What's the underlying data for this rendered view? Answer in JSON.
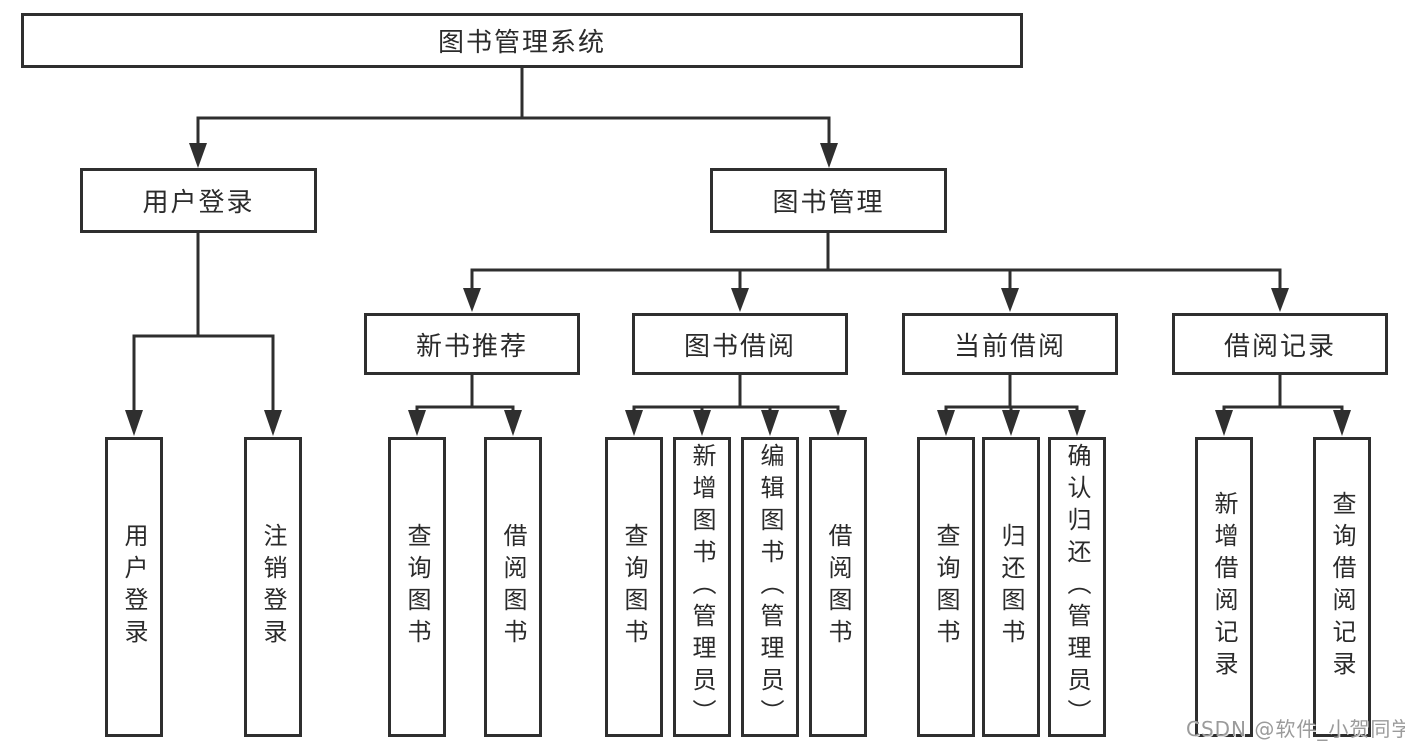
{
  "diagram_title": "图书管理系统",
  "colors": {
    "line": "#2f2f2f",
    "text": "#2b2b2b",
    "box_background": "#ffffff",
    "page_background": "#ffffff",
    "watermark": "#9b9b9b"
  },
  "watermark": {
    "text": "CSDN @软件_小贺同学"
  },
  "tree": {
    "label": "图书管理系统",
    "children": [
      {
        "label": "用户登录",
        "children": [
          {
            "label": "用户登录"
          },
          {
            "label": "注销登录"
          }
        ]
      },
      {
        "label": "图书管理",
        "children": [
          {
            "label": "新书推荐",
            "children": [
              {
                "label": "查询图书"
              },
              {
                "label": "借阅图书"
              }
            ]
          },
          {
            "label": "图书借阅",
            "children": [
              {
                "label": "查询图书"
              },
              {
                "label": "新增图书（管理员）"
              },
              {
                "label": "编辑图书（管理员）"
              },
              {
                "label": "借阅图书"
              }
            ]
          },
          {
            "label": "当前借阅",
            "children": [
              {
                "label": "查询图书"
              },
              {
                "label": "归还图书"
              },
              {
                "label": "确认归还（管理员）"
              }
            ]
          },
          {
            "label": "借阅记录",
            "children": [
              {
                "label": "新增借阅记录"
              },
              {
                "label": "查询借阅记录"
              }
            ]
          }
        ]
      }
    ]
  }
}
